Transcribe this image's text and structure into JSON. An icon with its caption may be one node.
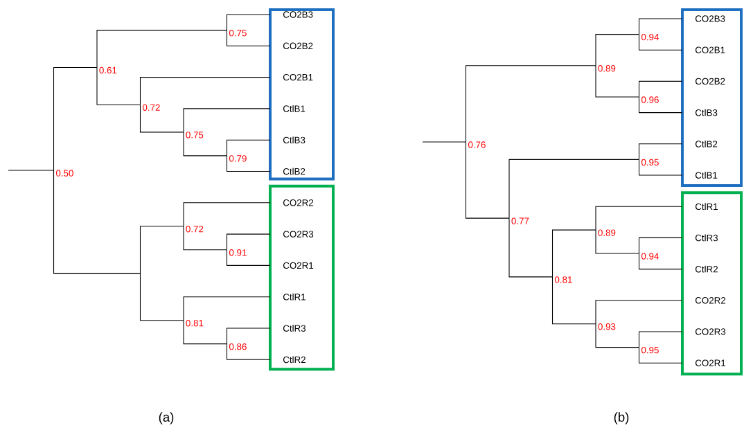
{
  "diagram": {
    "nodes": [
      {
        "text": [],
        "shape": "box"
      },
      {
        "text": [
          "CO2B3"
        ],
        "in": 0
      },
      {
        "text": [
          "CO2B2"
        ],
        "in": 0
      },
      {
        "text": [
          "CO2B1"
        ],
        "in": 0
      },
      {
        "text": [
          "CtlB1"
        ],
        "in": 0
      },
      {
        "text": [
          "CtlB3"
        ],
        "in": 0
      },
      {
        "text": [
          "CtlB2"
        ],
        "in": 0
      },
      {
        "text": [],
        "shape": "box"
      },
      {
        "text": [
          "CO2R2"
        ],
        "in": 7
      },
      {
        "text": [
          "CO2R3"
        ],
        "in": 7
      },
      {
        "text": [
          "CO2R1"
        ],
        "in": 7
      },
      {
        "text": [
          "CtlR1"
        ],
        "in": 7
      },
      {
        "text": [
          "CtlR3"
        ],
        "in": 7
      },
      {
        "text": [
          "CtlR2"
        ],
        "in": 7
      },
      {
        "text": [
          "0.50"
        ]
      },
      {
        "text": [
          "0.61"
        ]
      },
      {
        "text": [
          "0.75"
        ]
      },
      {
        "text": [
          "0.72"
        ]
      },
      {
        "text": [
          "0.75"
        ]
      },
      {
        "text": [
          "0.79"
        ]
      },
      {
        "text": [
          "0.72"
        ]
      },
      {
        "text": [
          "0.91"
        ]
      },
      {
        "text": [
          "0.81"
        ]
      },
      {
        "text": [
          "0.86"
        ]
      },
      {
        "text": [],
        "shape": "box"
      },
      {
        "text": [
          "CO2B3"
        ],
        "in": 24
      },
      {
        "text": [
          "CO2B1"
        ],
        "in": 24
      },
      {
        "text": [
          "CO2B2"
        ],
        "in": 24
      },
      {
        "text": [
          "CtlB3"
        ],
        "in": 24
      },
      {
        "text": [
          "CtlB2"
        ],
        "in": 24
      },
      {
        "text": [
          "CtlB1"
        ],
        "in": 24
      },
      {
        "text": [],
        "shape": "box"
      },
      {
        "text": [
          "CtlR1"
        ],
        "in": 31
      },
      {
        "text": [
          "CtlR3"
        ],
        "in": 31
      },
      {
        "text": [
          "CtlR2"
        ],
        "in": 31
      },
      {
        "text": [
          "CO2R2"
        ],
        "in": 31
      },
      {
        "text": [
          "CO2R3"
        ],
        "in": 31
      },
      {
        "text": [
          "CO2R1"
        ],
        "in": 31
      },
      {
        "text": [
          "0.76"
        ]
      },
      {
        "text": [
          "0.89"
        ]
      },
      {
        "text": [
          "0.94"
        ]
      },
      {
        "text": [
          "0.96"
        ]
      },
      {
        "text": [
          "0.77"
        ]
      },
      {
        "text": [
          "0.95"
        ]
      },
      {
        "text": [
          "0.81"
        ]
      },
      {
        "text": [
          "0.89"
        ]
      },
      {
        "text": [
          "0.94"
        ]
      },
      {
        "text": [
          "0.93"
        ]
      },
      {
        "text": [
          "0.95"
        ]
      }
    ],
    "edges": [
      {
        "from": null,
        "to": 14,
        "arrow": "none"
      },
      {
        "from": 14,
        "to": 15,
        "arrow": "none"
      },
      {
        "from": 14,
        "to": 20,
        "arrow": "none"
      },
      {
        "from": 14,
        "to": 22,
        "arrow": "none"
      },
      {
        "from": 15,
        "to": 16,
        "arrow": "none"
      },
      {
        "from": 15,
        "to": 17,
        "arrow": "none"
      },
      {
        "from": 16,
        "to": 1,
        "arrow": "none"
      },
      {
        "from": 16,
        "to": 2,
        "arrow": "none"
      },
      {
        "from": 17,
        "to": 3,
        "arrow": "none"
      },
      {
        "from": 17,
        "to": 18,
        "arrow": "none"
      },
      {
        "from": 18,
        "to": 4,
        "arrow": "none"
      },
      {
        "from": 18,
        "to": 19,
        "arrow": "none"
      },
      {
        "from": 19,
        "to": 5,
        "arrow": "none"
      },
      {
        "from": 19,
        "to": 6,
        "arrow": "none"
      },
      {
        "from": 20,
        "to": 8,
        "arrow": "none"
      },
      {
        "from": 20,
        "to": 21,
        "arrow": "none"
      },
      {
        "from": 21,
        "to": 9,
        "arrow": "none"
      },
      {
        "from": 21,
        "to": 10,
        "arrow": "none"
      },
      {
        "from": 22,
        "to": 11,
        "arrow": "none"
      },
      {
        "from": 22,
        "to": 23,
        "arrow": "none"
      },
      {
        "from": 23,
        "to": 12,
        "arrow": "none"
      },
      {
        "from": 23,
        "to": 13,
        "arrow": "none"
      },
      {
        "from": null,
        "to": 38,
        "arrow": "none"
      },
      {
        "from": 38,
        "to": 39,
        "arrow": "none"
      },
      {
        "from": 38,
        "to": 42,
        "arrow": "none"
      },
      {
        "from": 39,
        "to": 40,
        "arrow": "none"
      },
      {
        "from": 39,
        "to": 41,
        "arrow": "none"
      },
      {
        "from": 40,
        "to": 25,
        "arrow": "none"
      },
      {
        "from": 40,
        "to": 26,
        "arrow": "none"
      },
      {
        "from": 41,
        "to": 27,
        "arrow": "none"
      },
      {
        "from": 41,
        "to": 28,
        "arrow": "none"
      },
      {
        "from": 42,
        "to": 43,
        "arrow": "none"
      },
      {
        "from": 42,
        "to": 44,
        "arrow": "none"
      },
      {
        "from": 43,
        "to": 29,
        "arrow": "none"
      },
      {
        "from": 43,
        "to": 30,
        "arrow": "none"
      },
      {
        "from": 44,
        "to": 45,
        "arrow": "none"
      },
      {
        "from": 44,
        "to": 47,
        "arrow": "none"
      },
      {
        "from": 45,
        "to": 32,
        "arrow": "none"
      },
      {
        "from": 45,
        "to": 46,
        "arrow": "none"
      },
      {
        "from": 46,
        "to": 33,
        "arrow": "none"
      },
      {
        "from": 46,
        "to": 34,
        "arrow": "none"
      },
      {
        "from": 47,
        "to": 35,
        "arrow": "none"
      },
      {
        "from": 47,
        "to": 48,
        "arrow": "none"
      },
      {
        "from": 48,
        "to": 36,
        "arrow": "none"
      },
      {
        "from": 48,
        "to": 37,
        "arrow": "none"
      }
    ],
    "labels": [
      "(a)",
      "(b)"
    ]
  }
}
